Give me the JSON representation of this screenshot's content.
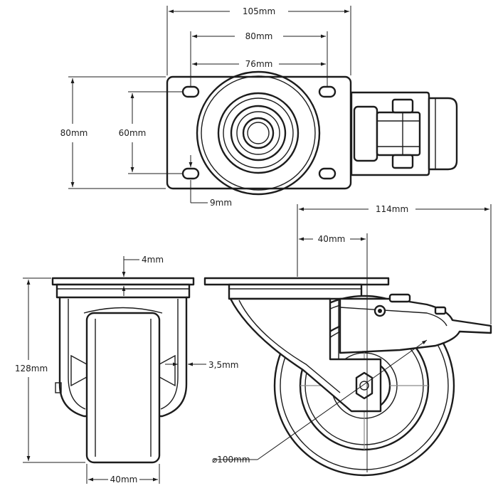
{
  "dimensions": {
    "top_width": "105mm",
    "top_hole_spacing": "80mm",
    "top_hole_spacing_inner": "76mm",
    "top_height": "80mm",
    "top_hole_spacing_vertical": "60mm",
    "top_hole_diameter": "9mm",
    "side_length": "114mm",
    "side_offset": "40mm",
    "plate_thickness": "4mm",
    "total_height": "128mm",
    "fork_thickness": "3,5mm",
    "wheel_width": "40mm",
    "wheel_diameter": "⌀100mm"
  },
  "colors": {
    "line": "#1c1c1c",
    "background": "#ffffff"
  }
}
